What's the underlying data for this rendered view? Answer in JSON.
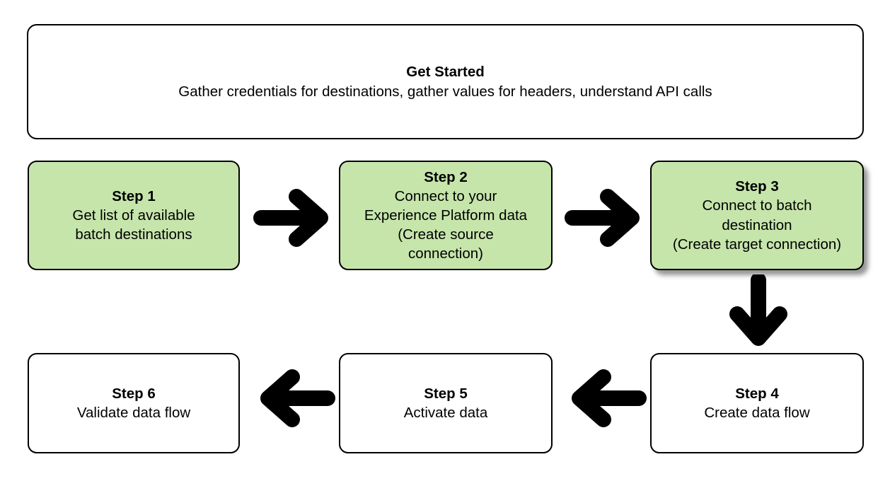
{
  "diagram": {
    "type": "flowchart",
    "background_color": "#ffffff",
    "accent_color": "#c6e5ab",
    "stroke_color": "#000000",
    "banner": {
      "title": "Get Started",
      "description": "Gather credentials for destinations, gather values for headers, understand API calls"
    },
    "steps": [
      {
        "id": "step1",
        "title": "Step 1",
        "lines": [
          "Get list of available",
          "batch destinations"
        ],
        "fill": "#c6e5ab",
        "shadow": false
      },
      {
        "id": "step2",
        "title": "Step 2",
        "lines": [
          "Connect to your",
          "Experience Platform data",
          "(Create source",
          "connection)"
        ],
        "fill": "#c6e5ab",
        "shadow": false
      },
      {
        "id": "step3",
        "title": "Step 3",
        "lines": [
          "Connect to batch",
          "destination",
          "(Create target connection)"
        ],
        "fill": "#c6e5ab",
        "shadow": true
      },
      {
        "id": "step4",
        "title": "Step 4",
        "lines": [
          "Create data flow"
        ],
        "fill": "#ffffff",
        "shadow": false
      },
      {
        "id": "step5",
        "title": "Step 5",
        "lines": [
          "Activate data"
        ],
        "fill": "#ffffff",
        "shadow": false
      },
      {
        "id": "step6",
        "title": "Step 6",
        "lines": [
          "Validate data flow"
        ],
        "fill": "#ffffff",
        "shadow": false
      }
    ],
    "connectors": [
      {
        "id": "arrow-1-2",
        "from": "step1",
        "to": "step2",
        "direction": "right"
      },
      {
        "id": "arrow-2-3",
        "from": "step2",
        "to": "step3",
        "direction": "right"
      },
      {
        "id": "arrow-3-4",
        "from": "step3",
        "to": "step4",
        "direction": "down"
      },
      {
        "id": "arrow-4-5",
        "from": "step4",
        "to": "step5",
        "direction": "left"
      },
      {
        "id": "arrow-5-6",
        "from": "step5",
        "to": "step6",
        "direction": "left"
      }
    ]
  }
}
